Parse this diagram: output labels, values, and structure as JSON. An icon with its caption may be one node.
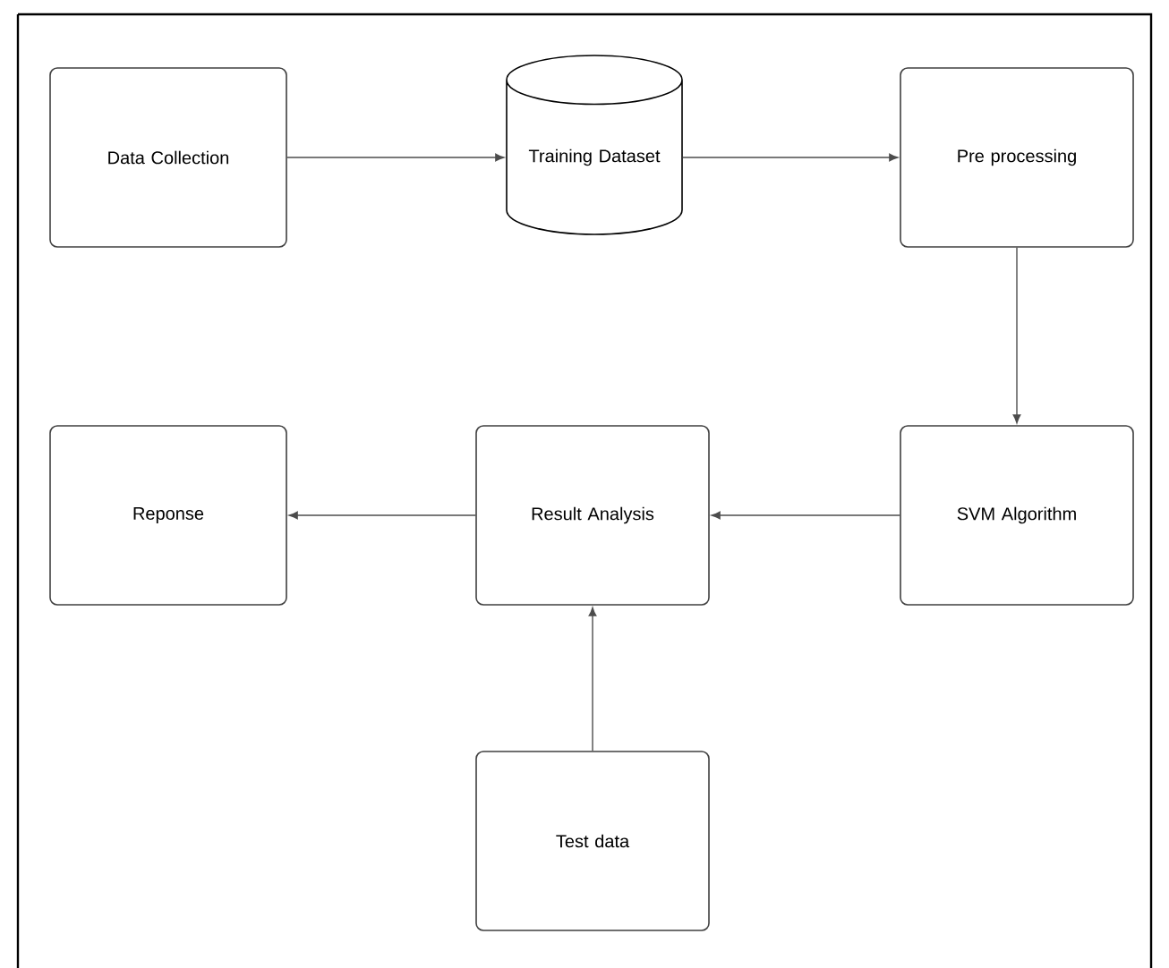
{
  "diagram": {
    "nodes": [
      {
        "text": [
          "Data Collection"
        ]
      },
      {
        "text": [
          "Training Dataset"
        ]
      },
      {
        "text": [
          "Pre processing"
        ]
      },
      {
        "text": [
          "Reponse"
        ]
      },
      {
        "text": [
          "Result Analysis"
        ]
      },
      {
        "text": [
          "SVM Algorithm"
        ]
      },
      {
        "text": [
          "Test data"
        ]
      }
    ],
    "edges": [
      {
        "from": 0,
        "to": 1,
        "arrow": "to"
      },
      {
        "from": 1,
        "to": 2,
        "arrow": "to"
      },
      {
        "from": 2,
        "to": 5,
        "arrow": "to"
      },
      {
        "from": 5,
        "to": 4,
        "arrow": "to"
      },
      {
        "from": 4,
        "to": 3,
        "arrow": "to"
      },
      {
        "from": 6,
        "to": 4,
        "arrow": "to"
      }
    ]
  }
}
